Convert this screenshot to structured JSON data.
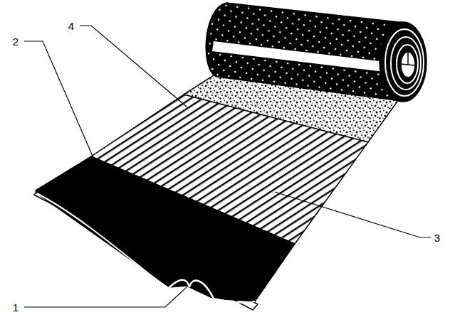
{
  "diagram": {
    "labels": [
      "4",
      "2",
      "3",
      "1"
    ]
  }
}
